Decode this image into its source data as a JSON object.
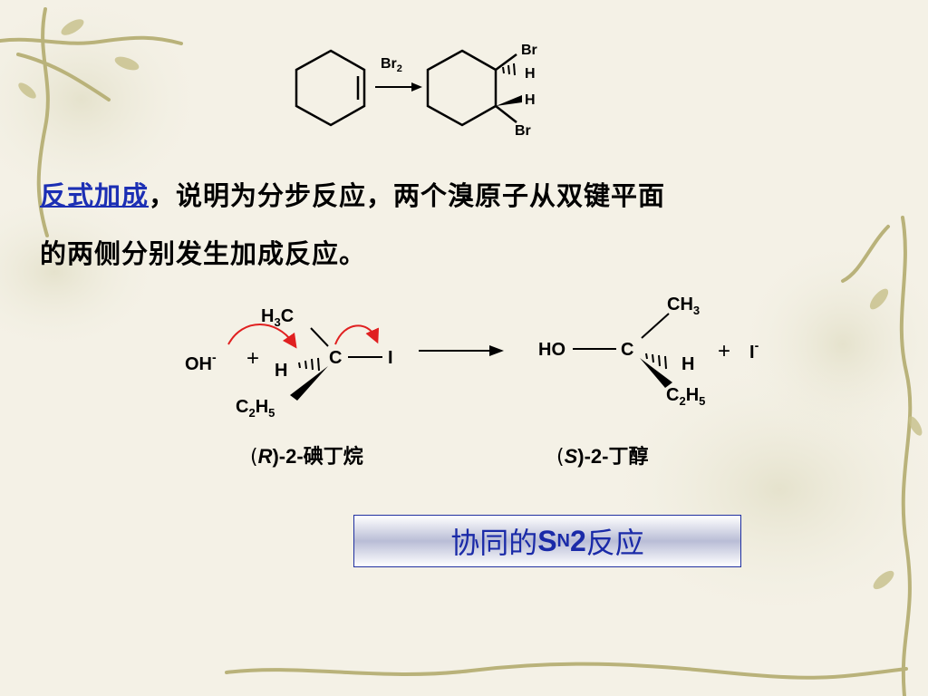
{
  "reaction1": {
    "reagent": "Br",
    "reagent_sub": "2",
    "product_labels": [
      "Br",
      "H",
      "H",
      "Br"
    ]
  },
  "paragraph": {
    "highlight": "反式加成",
    "text_line1": "，说明为分步反应，两个溴原子从双键平面",
    "text_line2": "的两侧分别发生加成反应。"
  },
  "reaction2": {
    "nucleophile": "OH",
    "nucleophile_charge": "-",
    "plus": "+",
    "reactant": {
      "top_group": "H",
      "top_group_sub": "3",
      "top_group_tail": "C",
      "hash_label": "H",
      "bottom_group_a": "C",
      "bottom_group_sub1": "2",
      "bottom_group_b": "H",
      "bottom_group_sub2": "5",
      "center": "C",
      "leaving": "I"
    },
    "product": {
      "left": "HO",
      "center": "C",
      "top_group": "CH",
      "top_group_sub": "3",
      "hash_label": "H",
      "bottom_group_a": "C",
      "bottom_group_sub1": "2",
      "bottom_group_b": "H",
      "bottom_group_sub2": "5"
    },
    "plus2": "+",
    "leaving_ion": "I",
    "leaving_charge": "-",
    "reactant_name": {
      "open": "(",
      "config": "R",
      "close": ")-2-",
      "rest": "碘丁烷"
    },
    "product_name": {
      "open": "(",
      "config": "S",
      "close": ")-2-",
      "rest": "丁醇"
    }
  },
  "banner": {
    "prefix": "协同的",
    "s": "S",
    "sub": "N",
    "two": "2",
    "suffix": "反应"
  },
  "colors": {
    "link": "#1c2fb4",
    "banner_text": "#1a2aa8",
    "banner_border": "#2030a0",
    "arrow_red": "#e02020"
  }
}
